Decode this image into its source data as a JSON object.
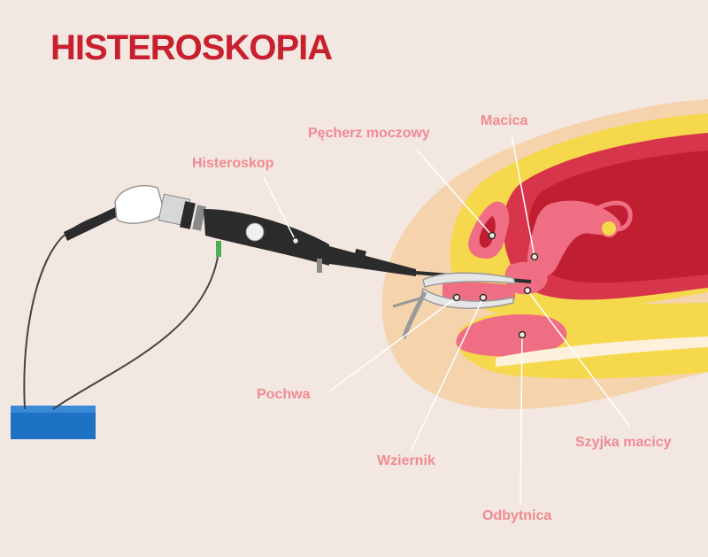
{
  "title": "HISTEROSKOPIA",
  "labels": {
    "histeroskop": "Histeroskop",
    "pecherz": "Pęcherz moczowy",
    "macica": "Macica",
    "pochwa": "Pochwa",
    "wziernik": "Wziernik",
    "szyjka": "Szyjka macicy",
    "odbytnica": "Odbytnica"
  },
  "colors": {
    "background": "#f3e8e1",
    "title": "#c8202e",
    "label": "#f08a92",
    "tissue_outer": "#f5d3ad",
    "fat": "#f6d84c",
    "uterus_cavity": "#c01f32",
    "organ_pink": "#ef6e83",
    "scope_body": "#2b2b2b",
    "fluid": "#1d72c4"
  },
  "icons": {
    "scope": "hysteroscope-illustration",
    "speculum": "speculum-illustration",
    "fluid": "fluid-container"
  }
}
